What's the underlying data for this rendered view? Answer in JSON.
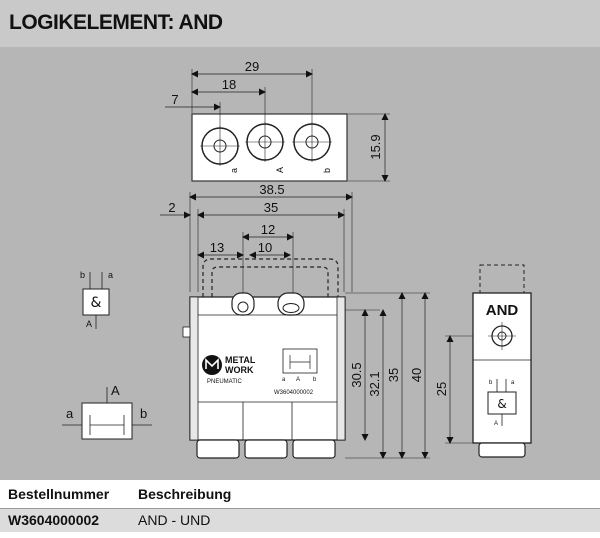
{
  "header": {
    "title": "LOGIKELEMENT: AND"
  },
  "dimensions": {
    "d29": "29",
    "d18": "18",
    "d7": "7",
    "d15_9": "15.9",
    "d38_5": "38.5",
    "d2": "2",
    "d35_top": "35",
    "d12": "12",
    "d13": "13",
    "d10": "10",
    "d30_5": "30.5",
    "d32_1": "32.1",
    "d35_side": "35",
    "d40": "40",
    "d25": "25"
  },
  "port_labels": {
    "a": "a",
    "A": "A",
    "b": "b"
  },
  "symbol": {
    "and_char": "&",
    "and_text": "AND"
  },
  "device": {
    "brand_line1": "METAL",
    "brand_line2": "WORK",
    "brand_line3": "PNEUMATIC",
    "code": "W3604000002"
  },
  "table": {
    "headers": [
      "Bestellnummer",
      "Beschreibung"
    ],
    "rows": [
      {
        "code": "W3604000002",
        "desc": "AND - UND"
      }
    ]
  }
}
